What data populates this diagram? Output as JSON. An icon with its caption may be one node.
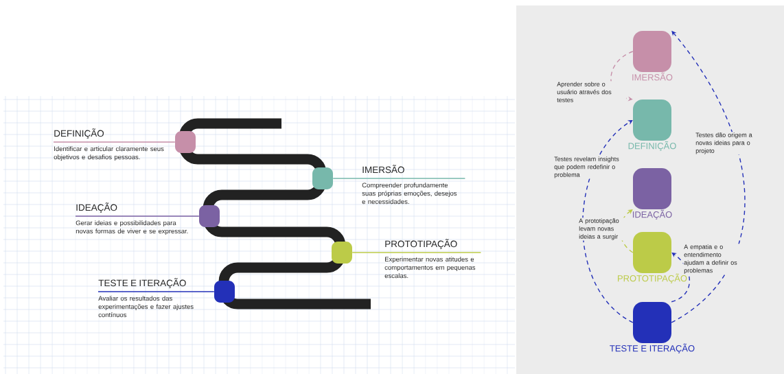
{
  "diagram": {
    "nodes": [
      {
        "text": [
          "DEFINIÇÃO",
          "Identificar e articular claramente seus objetivos e desafios pessoas."
        ]
      },
      {
        "text": [
          "IMERSÃO",
          "Compreender profundamente suas próprias emoções, desejos e necessidades."
        ]
      },
      {
        "text": [
          "IDEAÇÃO",
          "Gerar ideias e possibilidades para novas formas de viver e se expressar."
        ]
      },
      {
        "text": [
          "PROTOTIPAÇÃO",
          "Experimentar novas atitudes e comportamentos em pequenas escalas."
        ]
      },
      {
        "text": [
          "TESTE E ITERAÇÃO",
          "Avaliar os resultados das experimentações e fazer ajustes contínuos"
        ]
      },
      {
        "text": [],
        "shape": "blob"
      },
      {
        "text": [],
        "shape": "blob"
      },
      {
        "text": [],
        "shape": "blob"
      },
      {
        "text": [],
        "shape": "blob"
      },
      {
        "text": [],
        "shape": "blob"
      },
      {
        "text": [
          "IMERSÃO"
        ]
      },
      {
        "text": [
          "DEFINIÇÃO"
        ]
      },
      {
        "text": [
          "IDEAÇÃO"
        ]
      },
      {
        "text": [
          "PROTOTIPAÇÃO"
        ]
      },
      {
        "text": [
          "TESTE E ITERAÇÃO"
        ]
      }
    ],
    "edges": [
      {
        "from": 0,
        "to": 5,
        "arrow": "none",
        "color": "#c68fa9"
      },
      {
        "from": 1,
        "to": 6,
        "arrow": "none",
        "color": "#77b8ab"
      },
      {
        "from": 2,
        "to": 7,
        "arrow": "none",
        "color": "#7b62a3"
      },
      {
        "from": 3,
        "to": 8,
        "arrow": "none",
        "color": "#bccb48"
      },
      {
        "from": 4,
        "to": 9,
        "arrow": "none",
        "color": "#2330b8"
      },
      {
        "from": 10,
        "to": 11,
        "arrow": "to",
        "style": "dashed",
        "color": "#c68fa9",
        "label": "Aprender sobre o usuário através dos testes"
      },
      {
        "from": 14,
        "to": 11,
        "arrow": "to",
        "style": "dashed",
        "color": "#2330b8",
        "label": "Testes revelam insights que podem redefinir o problema"
      },
      {
        "from": 14,
        "to": 10,
        "arrow": "to",
        "style": "dashed",
        "color": "#2330b8",
        "label": "Testes dão origem a novas ideias para o projeto"
      },
      {
        "from": 13,
        "to": 12,
        "arrow": "to",
        "style": "dashed",
        "color": "#bccb48",
        "label": "A prototipação levam novas ideias a surgir"
      },
      {
        "from": 14,
        "to": 13,
        "arrow": "to",
        "style": "dashed",
        "color": "#2330b8",
        "label": "A empatia e o entendimento ajudam a definir os problemas"
      }
    ]
  }
}
